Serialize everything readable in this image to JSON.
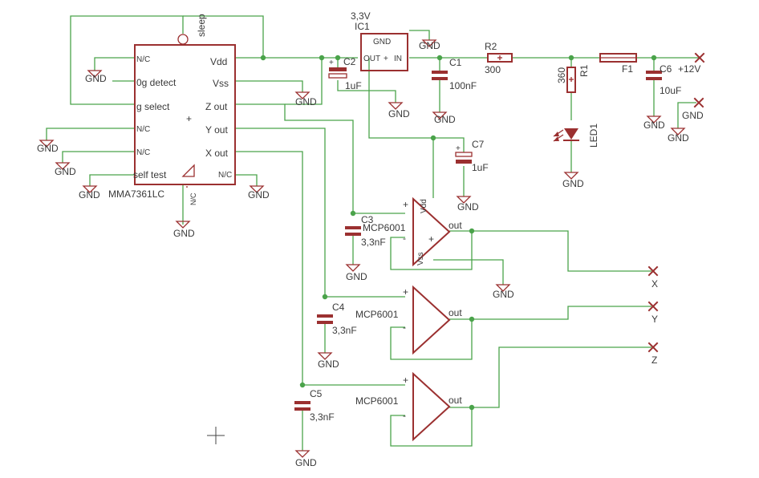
{
  "parts": {
    "accel": {
      "name": "MMA7361LC",
      "pins": {
        "nc_top": "N/C",
        "zero_g": "0g detect",
        "g_select": "g select",
        "nc_2": "N/C",
        "nc_3": "N/C",
        "self_test": "self test",
        "vdd": "Vdd",
        "vss": "Vss",
        "z_out": "Z out",
        "y_out": "Y out",
        "x_out": "X out",
        "nc_right": "N/C",
        "nc_bottom": "N/C",
        "sleep": "sleep"
      }
    },
    "ic1": {
      "name": "IC1",
      "value": "3,3V",
      "gnd": "GND",
      "out": "OUT",
      "in": "IN"
    },
    "c1": {
      "name": "C1",
      "value": "100nF"
    },
    "c2": {
      "name": "C2",
      "value": "1uF"
    },
    "c3": {
      "name": "C3",
      "value": "3,3nF"
    },
    "c4": {
      "name": "C4",
      "value": "3,3nF"
    },
    "c5": {
      "name": "C5",
      "value": "3,3nF"
    },
    "c6": {
      "name": "C6",
      "value": "10uF"
    },
    "c7": {
      "name": "C7",
      "value": "1uF"
    },
    "r1": {
      "name": "R1",
      "value": "360"
    },
    "r2": {
      "name": "R2",
      "value": "300"
    },
    "f1": {
      "name": "F1"
    },
    "led1": {
      "name": "LED1"
    },
    "opamp1": {
      "name": "MCP6001",
      "out": "out",
      "vdd": "Vdd",
      "vss": "Vss",
      "plus": "+",
      "minus": "-"
    },
    "opamp2": {
      "name": "MCP6001",
      "out": "out",
      "plus": "+",
      "minus": "-"
    },
    "opamp3": {
      "name": "MCP6001",
      "out": "out",
      "plus": "+",
      "minus": "-"
    }
  },
  "symbols": {
    "gnd": "GND",
    "plus_sign": "+"
  },
  "ports": {
    "supply": "+12V",
    "x": "X",
    "y": "Y",
    "z": "Z"
  }
}
